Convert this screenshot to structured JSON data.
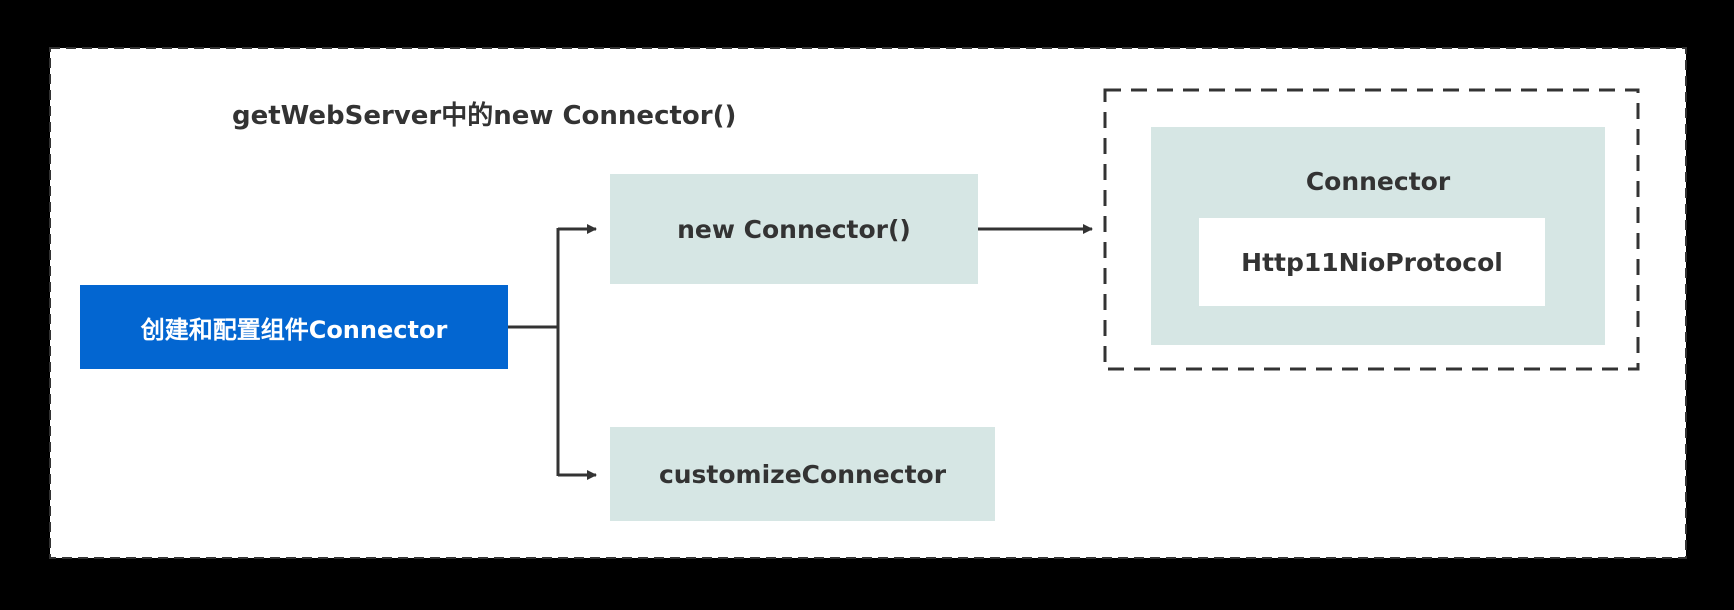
{
  "diagram": {
    "title": "getWebServer中的new Connector()",
    "nodes": {
      "source": "创建和配置组件Connector",
      "new_connector": "new Connector()",
      "customize": "customizeConnector",
      "connector_group": "Connector",
      "protocol": "Http11NioProtocol"
    },
    "edges": [
      {
        "from": "source",
        "to": "new_connector"
      },
      {
        "from": "source",
        "to": "customize"
      },
      {
        "from": "new_connector",
        "to": "connector_group"
      }
    ]
  },
  "colors": {
    "background": "#000000",
    "canvas": "#ffffff",
    "primary": "#0366d1",
    "node_fill": "#d6e6e4",
    "text": "#333333",
    "line": "#333333"
  }
}
